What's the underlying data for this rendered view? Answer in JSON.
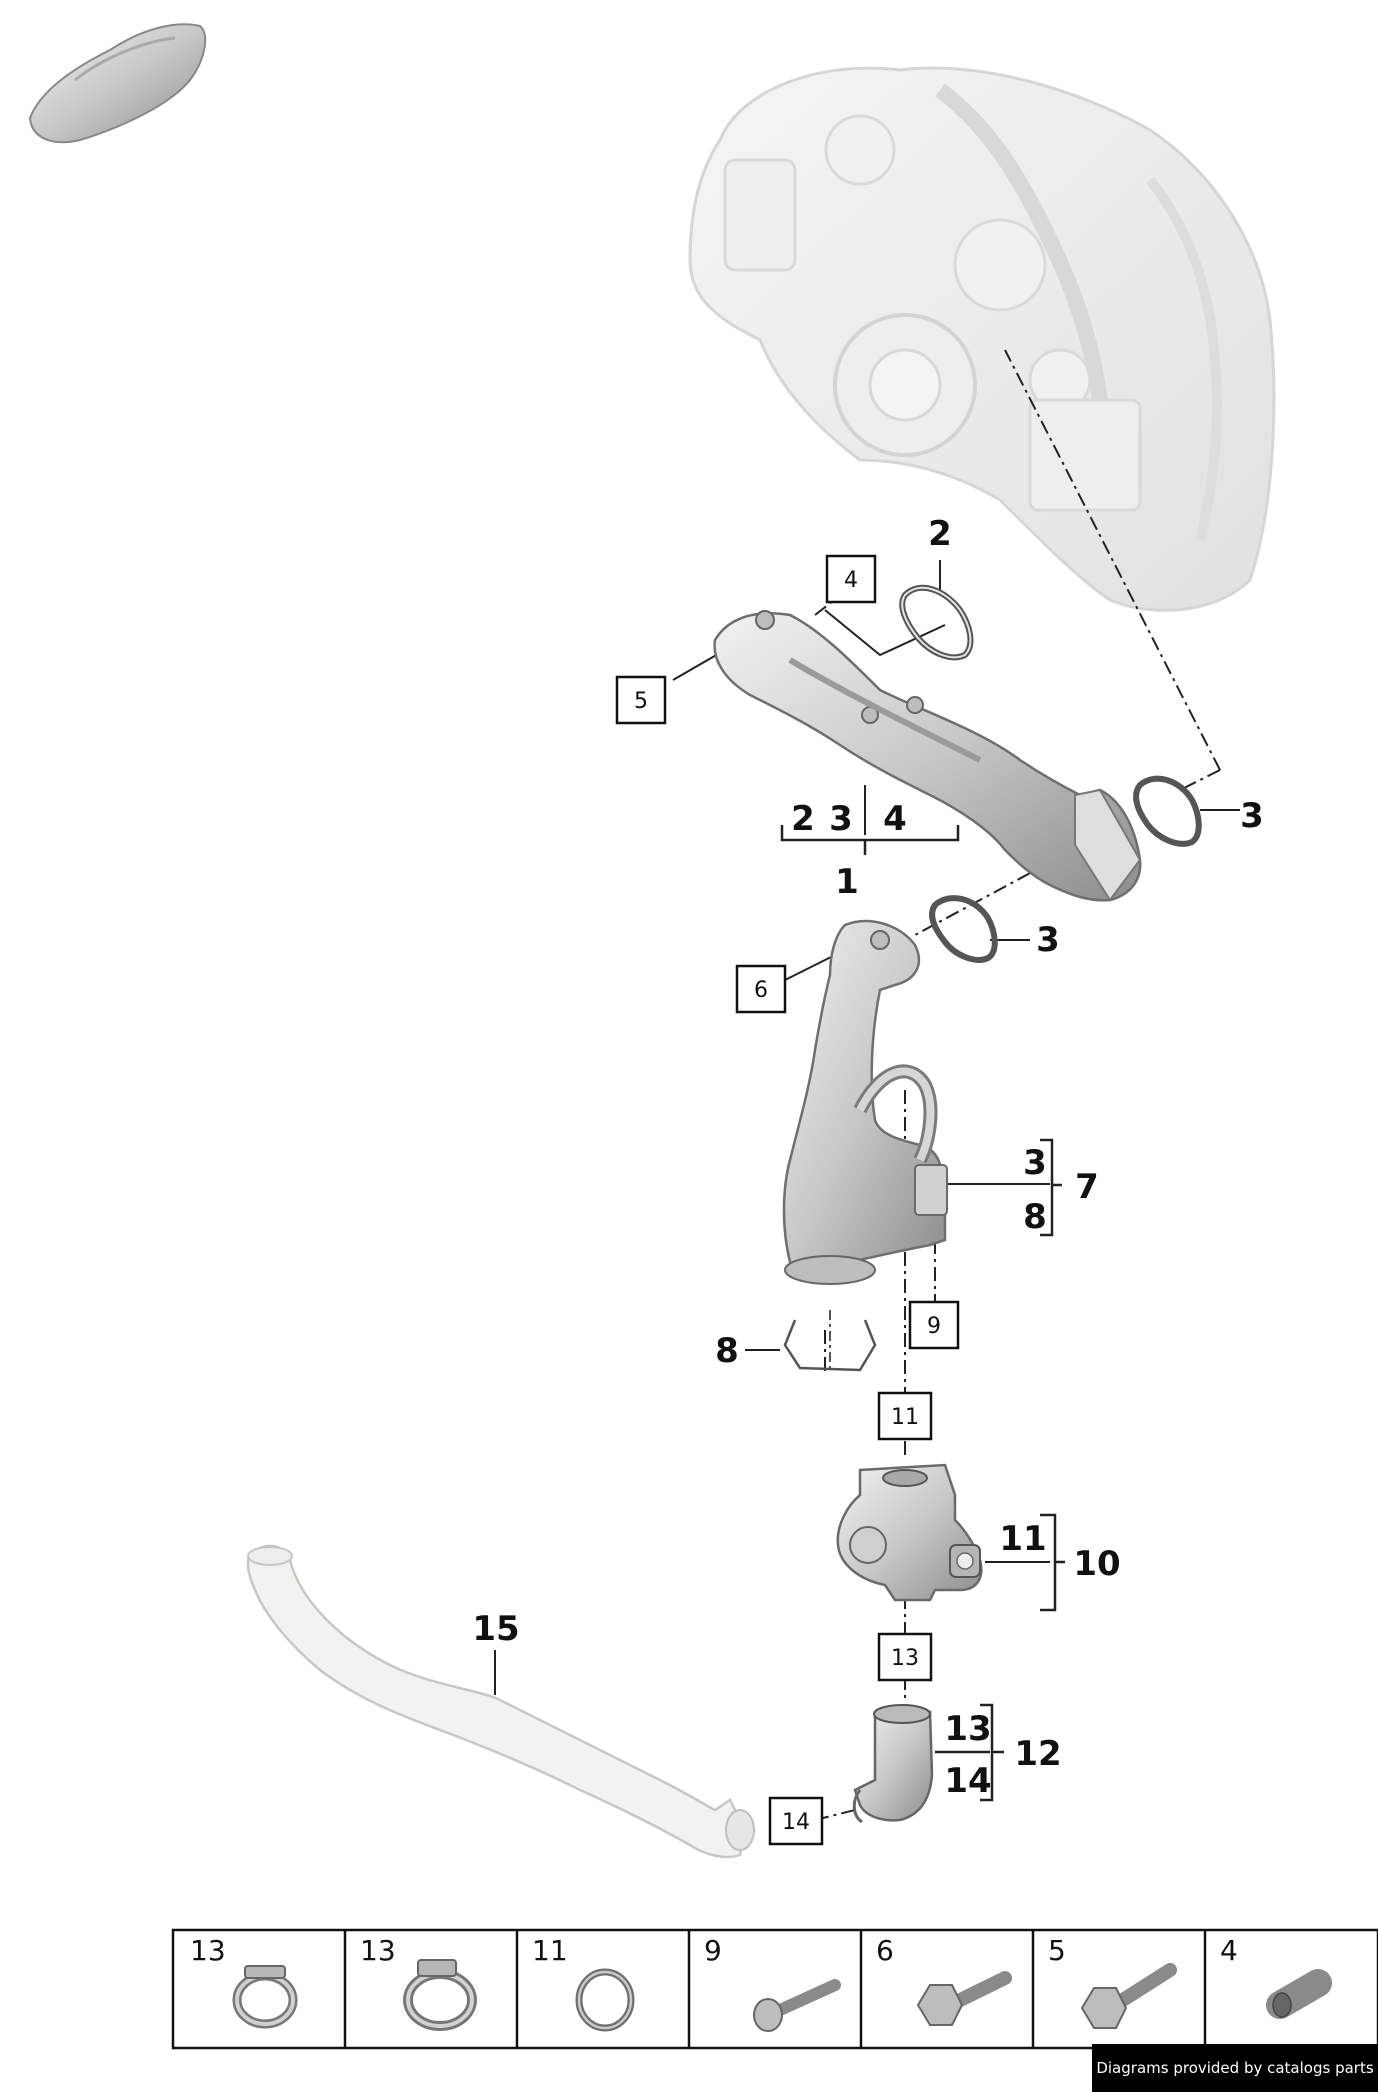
{
  "callouts": {
    "c1": "1",
    "c2_top": "2",
    "c2_group": "2",
    "c3_group": "3",
    "c4_group": "4",
    "c3_right": "3",
    "c3_mid": "3",
    "c3_bracket7": "3",
    "c7": "7",
    "c8_bracket7": "8",
    "c8_left": "8",
    "c11_bracket": "11",
    "c10": "10",
    "c15": "15",
    "c13_bracket": "13",
    "c14_bracket": "14",
    "c12": "12"
  },
  "boxes": {
    "b4": "4",
    "b5": "5",
    "b6": "6",
    "b9": "9",
    "b11": "11",
    "b13": "13",
    "b14": "14"
  },
  "legend": {
    "items": [
      {
        "num": "13",
        "icon": "hose-clamp-icon"
      },
      {
        "num": "13",
        "icon": "spring-clamp-icon"
      },
      {
        "num": "11",
        "icon": "o-ring-icon"
      },
      {
        "num": "9",
        "icon": "screw-icon"
      },
      {
        "num": "6",
        "icon": "torx-bolt-icon"
      },
      {
        "num": "5",
        "icon": "flange-bolt-icon"
      },
      {
        "num": "4",
        "icon": "sleeve-icon"
      }
    ]
  },
  "footer": {
    "note": "Diagrams provided by catalogs parts"
  },
  "colors": {
    "part_fill": "#cfcfcf",
    "part_stroke": "#7a7a7a",
    "ghost": "#e6e6e6",
    "line": "#222222"
  }
}
